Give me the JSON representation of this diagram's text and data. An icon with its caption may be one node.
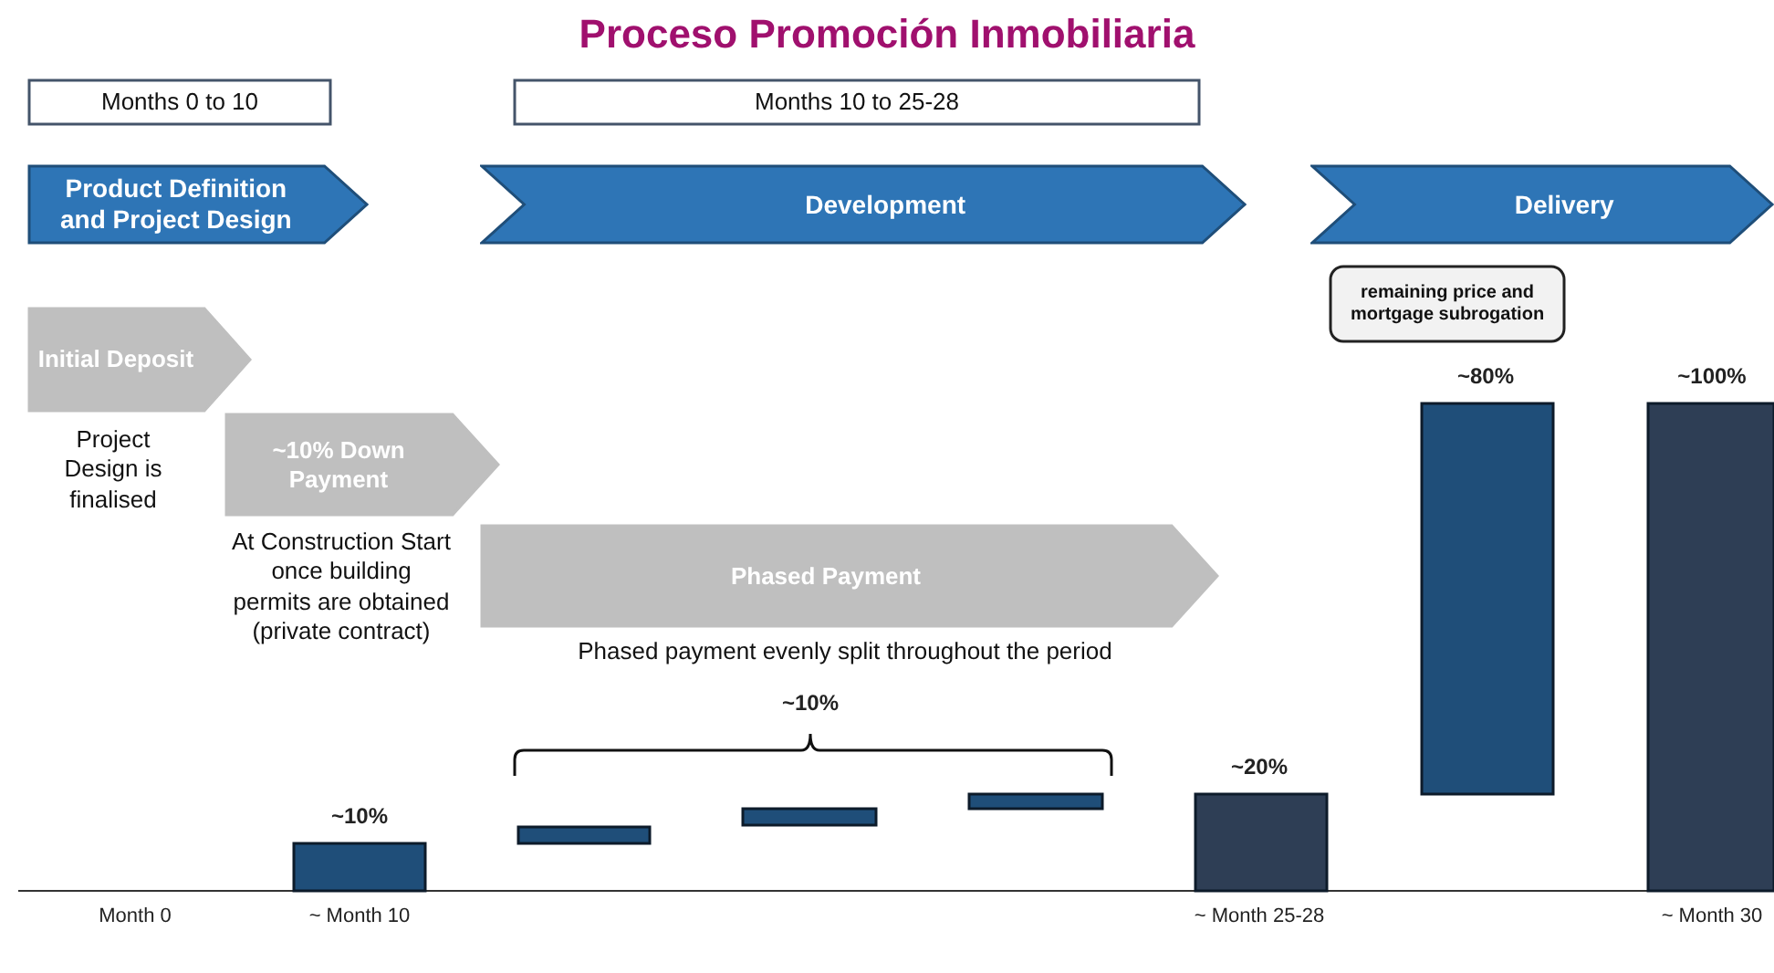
{
  "diagram": {
    "title": "Proceso Promoción Inmobiliaria",
    "nodes": [
      {
        "text": [
          "Months 0 to 10"
        ]
      },
      {
        "text": [
          "Months 10 to 25-28"
        ]
      },
      {
        "text": [
          "Product Definition and Project Design"
        ]
      },
      {
        "text": [
          "Development"
        ]
      },
      {
        "text": [
          "Delivery"
        ]
      },
      {
        "text": [
          "remaining price and mortgage subrogation"
        ]
      },
      {
        "text": [
          "Initial Deposit"
        ],
        "beside": [
          "Project Design is finalised"
        ]
      },
      {
        "text": [
          "~10% Down Payment"
        ],
        "beside": [
          "At Construction Start once building permits are obtained (private contract)"
        ]
      },
      {
        "text": [
          "Phased Payment"
        ],
        "beside": [
          "Phased payment evenly split throughout the period"
        ]
      }
    ],
    "edges": [],
    "labels": [
      "~80%",
      "~100%",
      "~10%",
      "~20%",
      "~10%",
      "Month 0",
      "~ Month 10",
      "~ Month 25-28",
      "~ Month 30"
    ]
  }
}
